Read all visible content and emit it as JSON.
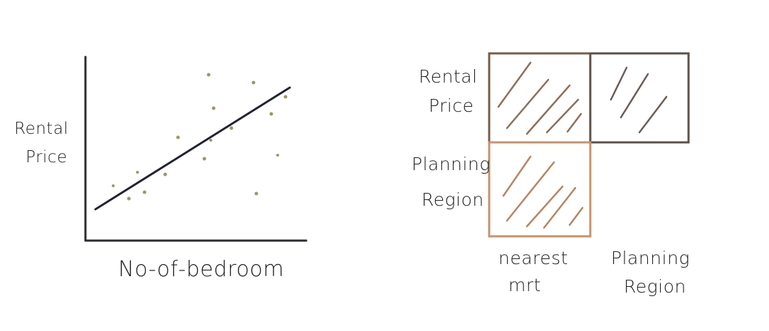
{
  "scatter_sketch": {
    "y_label": [
      "Rental",
      "Price"
    ],
    "x_label": "No-of-bedroom",
    "colors": {
      "axis": "#2b2b33",
      "trend_line": "#222233",
      "points": "#a09566"
    }
  },
  "matrix_sketch": {
    "row_labels": [
      [
        "Rental",
        "Price"
      ],
      [
        "Planning",
        "Region"
      ]
    ],
    "col_labels": [
      [
        "nearest",
        "mrt"
      ],
      [
        "Planning",
        "Region"
      ]
    ],
    "cells": [
      {
        "row": 0,
        "col": 0,
        "border_color": "#7a5c48",
        "hatch_color": "#8e6f5a"
      },
      {
        "row": 0,
        "col": 1,
        "border_color": "#5e5048",
        "hatch_color": "#6b5e55"
      },
      {
        "row": 1,
        "col": 0,
        "border_color": "#c8926b",
        "hatch_color": "#b98561"
      }
    ]
  }
}
